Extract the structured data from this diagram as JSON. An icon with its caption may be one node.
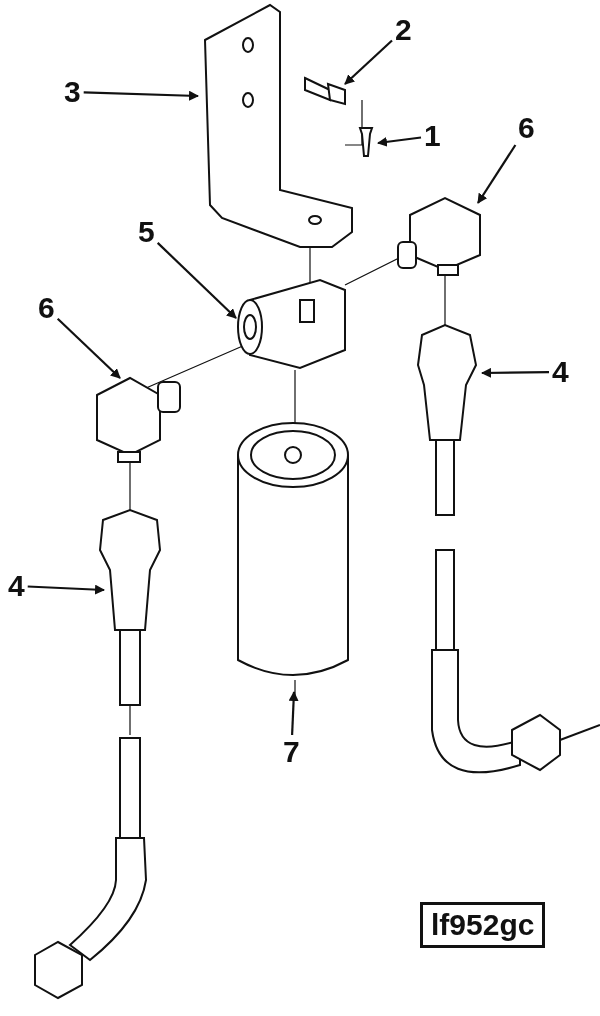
{
  "diagram": {
    "nodes": [
      {
        "text": [
          "2"
        ]
      },
      {
        "text": [
          "3"
        ]
      },
      {
        "text": [
          "6"
        ]
      },
      {
        "text": [
          "1"
        ]
      },
      {
        "text": [
          "5"
        ]
      },
      {
        "text": [
          "6"
        ]
      },
      {
        "text": [
          "4"
        ]
      },
      {
        "text": [
          "4"
        ]
      },
      {
        "text": [
          "7"
        ]
      },
      {
        "text": [
          "lf952gc"
        ]
      }
    ],
    "edges": [
      {
        "from": 0,
        "to": null,
        "arrow": "to"
      },
      {
        "from": 1,
        "to": null,
        "arrow": "to"
      },
      {
        "from": 2,
        "to": null,
        "arrow": "to"
      },
      {
        "from": 3,
        "to": null,
        "arrow": "to"
      },
      {
        "from": 4,
        "to": null,
        "arrow": "to"
      },
      {
        "from": 5,
        "to": null,
        "arrow": "to"
      },
      {
        "from": 6,
        "to": null,
        "arrow": "to"
      },
      {
        "from": 7,
        "to": null,
        "arrow": "to"
      },
      {
        "from": 8,
        "to": null,
        "arrow": "to"
      }
    ]
  }
}
